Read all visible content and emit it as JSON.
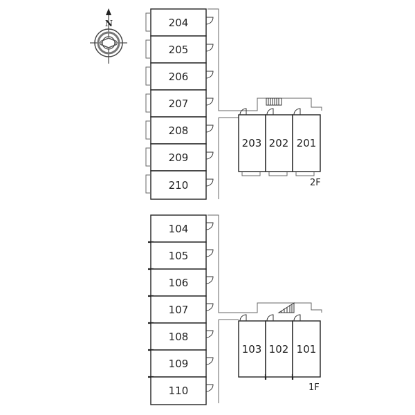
{
  "compass": {
    "north_label": "N"
  },
  "floors": [
    {
      "label": "2F",
      "left_units": [
        "204",
        "205",
        "206",
        "207",
        "208",
        "209",
        "210"
      ],
      "right_units": [
        "203",
        "202",
        "201"
      ]
    },
    {
      "label": "1F",
      "left_units": [
        "104",
        "105",
        "106",
        "107",
        "108",
        "109",
        "110"
      ],
      "right_units": [
        "103",
        "102",
        "101"
      ]
    }
  ]
}
